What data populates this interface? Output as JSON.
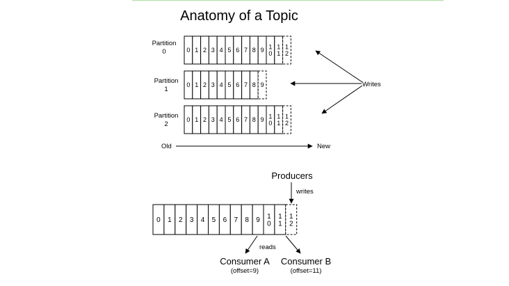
{
  "title": "Anatomy of a Topic",
  "partitions": [
    {
      "label_line1": "Partition",
      "label_line2": "0",
      "cells": [
        "0",
        "1",
        "2",
        "3",
        "4",
        "5",
        "6",
        "7",
        "8",
        "9",
        "10",
        "11"
      ],
      "pending": "12"
    },
    {
      "label_line1": "Partition",
      "label_line2": "1",
      "cells": [
        "0",
        "1",
        "2",
        "3",
        "4",
        "5",
        "6",
        "7",
        "8"
      ],
      "pending": "9"
    },
    {
      "label_line1": "Partition",
      "label_line2": "2",
      "cells": [
        "0",
        "1",
        "2",
        "3",
        "4",
        "5",
        "6",
        "7",
        "8",
        "9",
        "10",
        "11"
      ],
      "pending": "12"
    }
  ],
  "writes_label": "Writes",
  "old_label": "Old",
  "new_label": "New",
  "log": {
    "cells": [
      "0",
      "1",
      "2",
      "3",
      "4",
      "5",
      "6",
      "7",
      "8",
      "9",
      "10",
      "11"
    ],
    "pending": "12"
  },
  "producers_label": "Producers",
  "producer_writes_label": "writes",
  "reads_label": "reads",
  "consumer_a": {
    "name": "Consumer A",
    "offset": "(offset=9)"
  },
  "consumer_b": {
    "name": "Consumer B",
    "offset": "(offset=11)"
  },
  "colors": {
    "top_rule": "#b8e0b0",
    "ink": "#000000"
  }
}
